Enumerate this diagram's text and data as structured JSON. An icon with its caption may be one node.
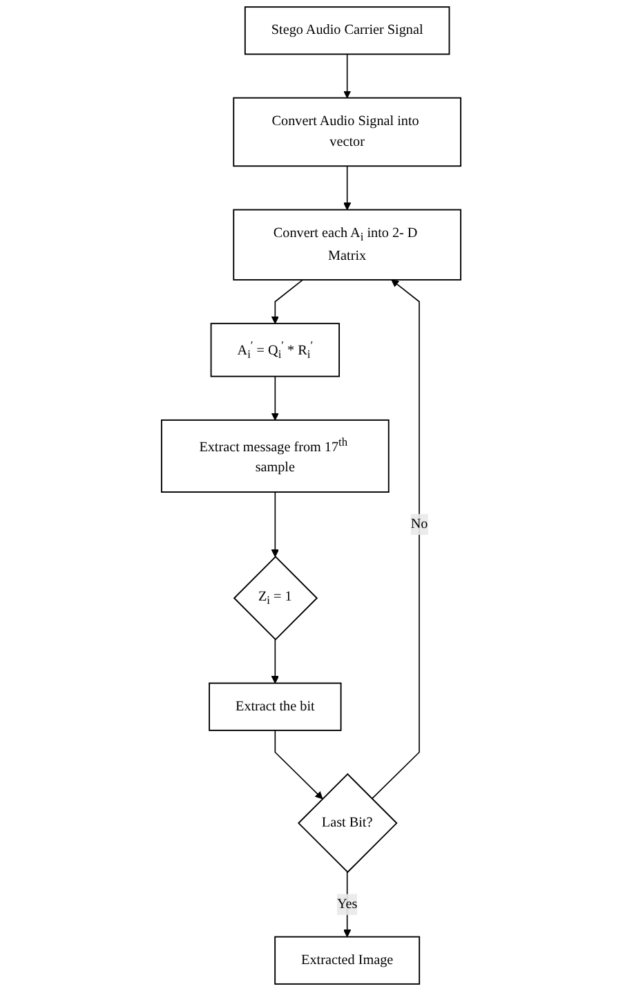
{
  "diagram": {
    "nodes": [
      {
        "text": [
          "Stego Audio Carrier Signal"
        ]
      },
      {
        "text": [
          "Convert Audio Signal into vector"
        ]
      },
      {
        "text": [
          "Convert each A$_{i}$ into 2- D Matrix"
        ]
      },
      {
        "text": [
          "A$_{i}$$^{′}$ = Q$_{i}$$^{′}$ * R$_{i}$$^{′}$"
        ]
      },
      {
        "text": [
          "Extract message from 17$^{th}$ sample"
        ]
      },
      {
        "text": [
          "Z$_{i}$ = 1"
        ]
      },
      {
        "text": [
          "Extract the bit"
        ]
      },
      {
        "text": [
          "Last Bit?"
        ]
      },
      {
        "text": [
          "Extracted Image"
        ]
      }
    ],
    "edges": [
      {
        "from": 0,
        "to": 1,
        "arrow": "to"
      },
      {
        "from": 1,
        "to": 2,
        "arrow": "to"
      },
      {
        "from": 2,
        "to": 3,
        "arrow": "to"
      },
      {
        "from": 3,
        "to": 4,
        "arrow": "to"
      },
      {
        "from": 4,
        "to": 5,
        "arrow": "to"
      },
      {
        "from": 5,
        "to": 6,
        "arrow": "to"
      },
      {
        "from": 6,
        "to": 7,
        "arrow": "to"
      },
      {
        "from": 7,
        "to": 8,
        "label": "Yes",
        "arrow": "to"
      },
      {
        "from": 7,
        "to": 2,
        "label": "No",
        "arrow": "to"
      }
    ]
  }
}
